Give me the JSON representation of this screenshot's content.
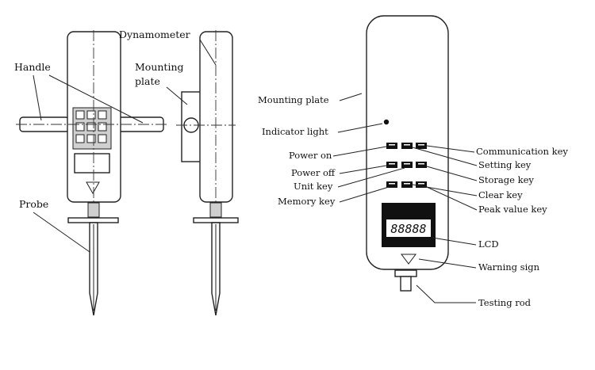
{
  "labels": {
    "dynamometer": "Dynamometer",
    "handle": "Handle",
    "mounting_plate_line1": "Mounting",
    "mounting_plate_line2": "plate",
    "probe": "Probe",
    "right_mounting_plate": "Mounting plate",
    "indicator_light": "Indicator light",
    "power_on": "Power on",
    "power_off": "Power off",
    "unit_key": "Unit key",
    "memory_key": "Memory key",
    "communication_key": "Communication key",
    "setting_key": "Setting key",
    "storage_key": "Storage key",
    "clear_key": "Clear key",
    "peak_value_key": "Peak value key",
    "lcd": "LCD",
    "warning_sign": "Warning sign",
    "testing_rod": "Testing rod"
  },
  "display": {
    "lcd_reading": "88888"
  },
  "colors": {
    "line": "#222222",
    "background": "#ffffff",
    "key": "#111111"
  }
}
